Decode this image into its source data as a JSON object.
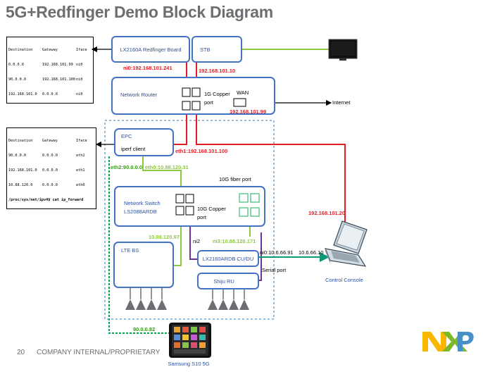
{
  "title": "5G+Redfinger Demo Block Diagram",
  "footer": {
    "page_number": "20",
    "label": "COMPANY INTERNAL/PROPRIETARY"
  },
  "boxes": {
    "lx2160a": "LX2160A Redfinger Board",
    "stb": "STB",
    "router": "Network Router",
    "router_port": [
      "1G Copper",
      "port"
    ],
    "wan": "WAN",
    "epc": "EPC",
    "iperf": "iperf client",
    "switch": [
      "Network Switch",
      "LS2088ARDB"
    ],
    "switch_port": [
      "10G Copper",
      "port"
    ],
    "fiber": "10G fiber port",
    "lte": "LTE BS",
    "cudu": "LX2160ARDB CU/DU",
    "ru": "Shiju RU",
    "serial": "Serial port",
    "console": "Control Console",
    "phone": "Samsung S10 5G"
  },
  "labels": {
    "ni0": "ni0:192.168.101.241",
    "stb_ip": "192.168.101.10",
    "wan_ip": "192.168.101.99",
    "internet": "Internet",
    "eth1": "eth1:192.168.101.100",
    "eth2": "eth2:90.0.0.0",
    "eth0": "eth0:10.88.120.31",
    "console_ip": "192.168.101.20",
    "lte_ip": "10.88.120.97",
    "ni2": "ni2",
    "ni3": "ni3:10.88.120.171",
    "ni0_cudu": "ni0:10.6.66.91",
    "console_net": "10.6.66.10",
    "phone_ip": "90.0.0.82"
  },
  "route_table_1": {
    "header": [
      "Destination",
      "Gateway",
      "Iface"
    ],
    "rows": [
      [
        "0.0.0.0",
        "192.168.101.99",
        "ni0"
      ],
      [
        "90.0.0.0",
        "192.168.101.100",
        "ni0"
      ],
      [
        "192.168.101.0",
        "0.0.0.0",
        "ni0"
      ]
    ]
  },
  "route_table_2": {
    "header": [
      "Destination",
      "Gateway",
      "Iface"
    ],
    "rows": [
      [
        "90.0.0.0",
        "0.0.0.0",
        "eth2"
      ],
      [
        "192.168.101.0",
        "0.0.0.0",
        "eth1"
      ],
      [
        "10.88.120.0",
        "0.0.0.0",
        "eth0"
      ]
    ],
    "command": "/proc/sys/net/ipv4$ cat ip_forward"
  },
  "logo": "NXP",
  "colors": {
    "box_border": "#4472c4",
    "red_link": "#e31c23",
    "green_link": "#8dc63f",
    "teal_link": "#0b9a78",
    "purple_link": "#7030a0",
    "black_link": "#000000",
    "dashed_border": "#2e75b6",
    "phone_link": "#00a651",
    "title_gray": "#6d6e71"
  }
}
